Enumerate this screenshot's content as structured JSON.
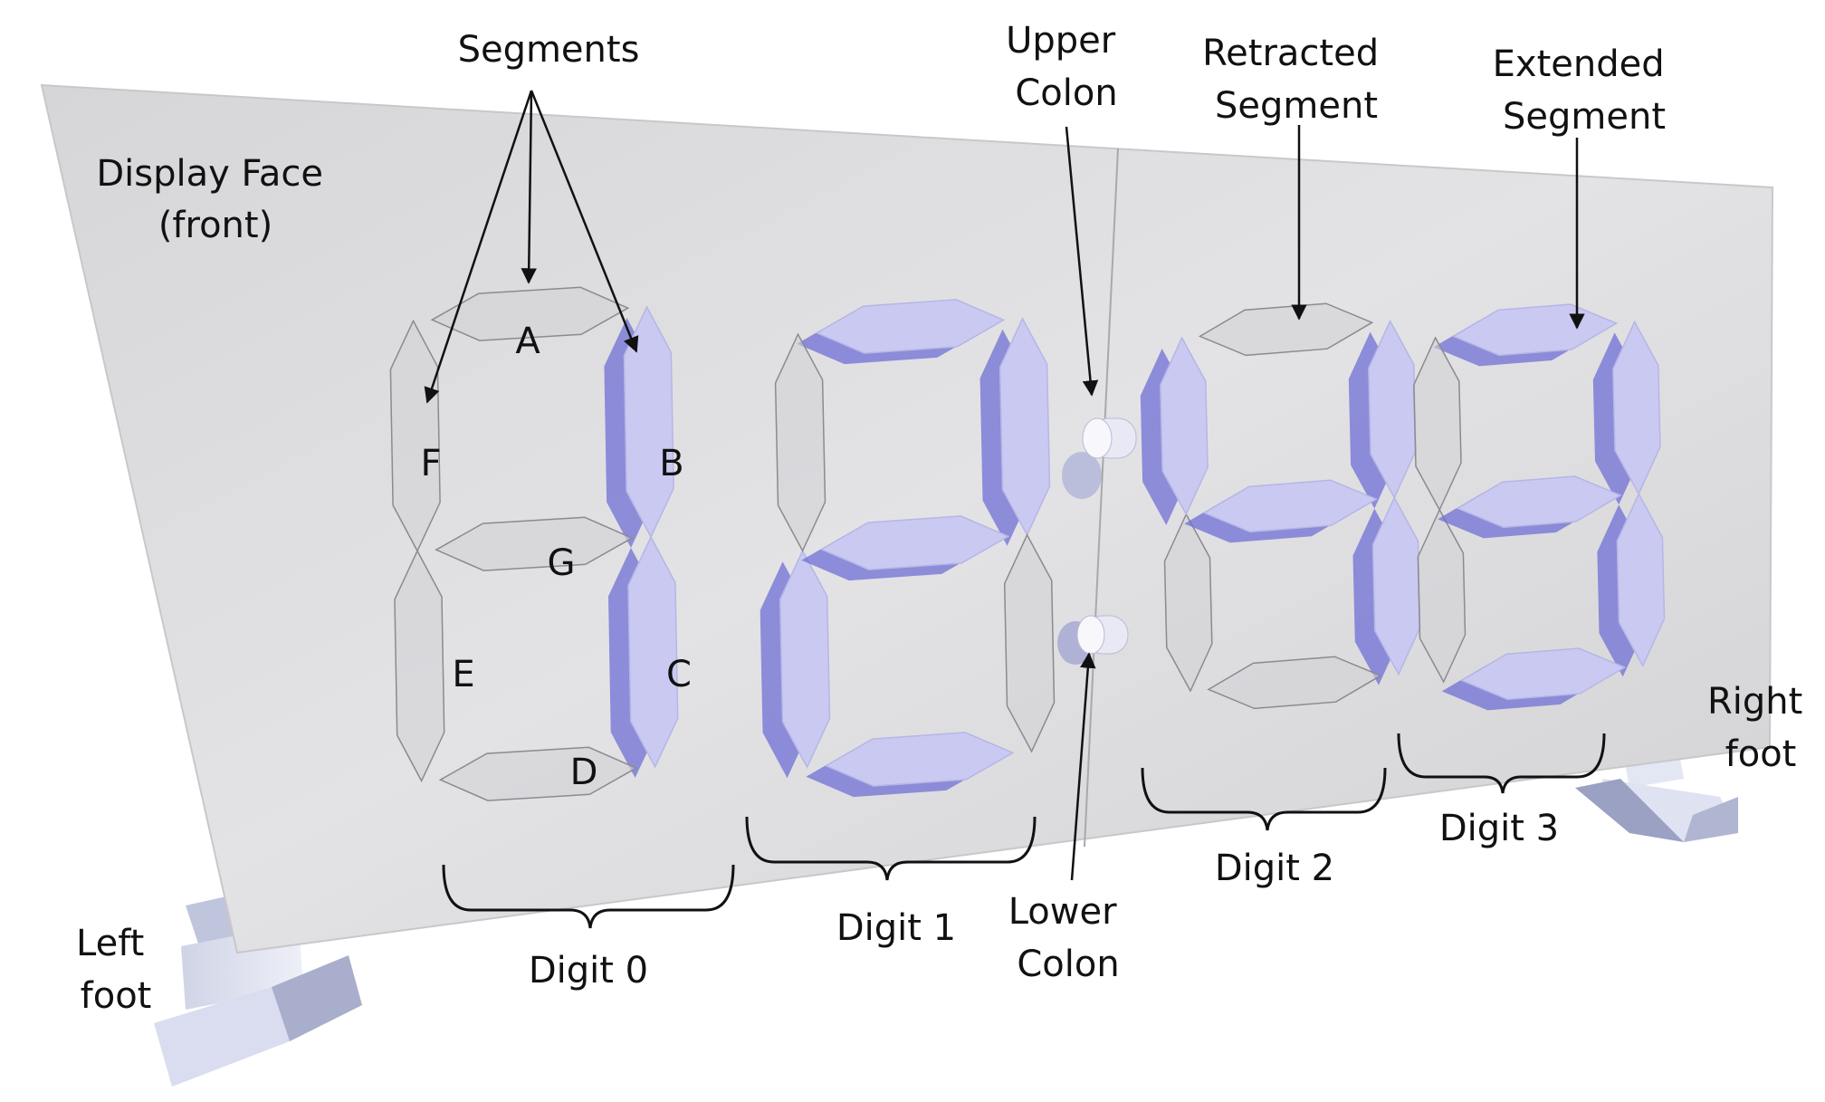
{
  "labels": {
    "display_face": [
      "Display Face",
      "(front)"
    ],
    "segments": "Segments",
    "upper_colon": [
      "Upper",
      "Colon"
    ],
    "lower_colon": [
      "Lower",
      "Colon"
    ],
    "retracted_segment": [
      "Retracted",
      "Segment"
    ],
    "extended_segment": [
      "Extended",
      "Segment"
    ],
    "left_foot": [
      "Left",
      "foot"
    ],
    "right_foot": [
      "Right",
      "foot"
    ],
    "digit0": "Digit 0",
    "digit1": "Digit 1",
    "digit2": "Digit 2",
    "digit3": "Digit 3"
  },
  "segment_letters": {
    "a": "A",
    "b": "B",
    "c": "C",
    "d": "D",
    "e": "E",
    "f": "F",
    "g": "G"
  },
  "display": {
    "digits": [
      {
        "name": "Digit 0",
        "extended": [
          "B",
          "C"
        ]
      },
      {
        "name": "Digit 1",
        "extended": [
          "A",
          "B",
          "G",
          "E",
          "D"
        ]
      },
      {
        "name": "Digit 2",
        "extended": [
          "F",
          "B",
          "G",
          "C"
        ]
      },
      {
        "name": "Digit 3",
        "extended": [
          "A",
          "B",
          "G",
          "C",
          "D"
        ]
      }
    ],
    "colors": {
      "panel": "#dcdcde",
      "segment_lit": "#c9c9f2",
      "segment_shadow": "#6f6fd6"
    }
  }
}
